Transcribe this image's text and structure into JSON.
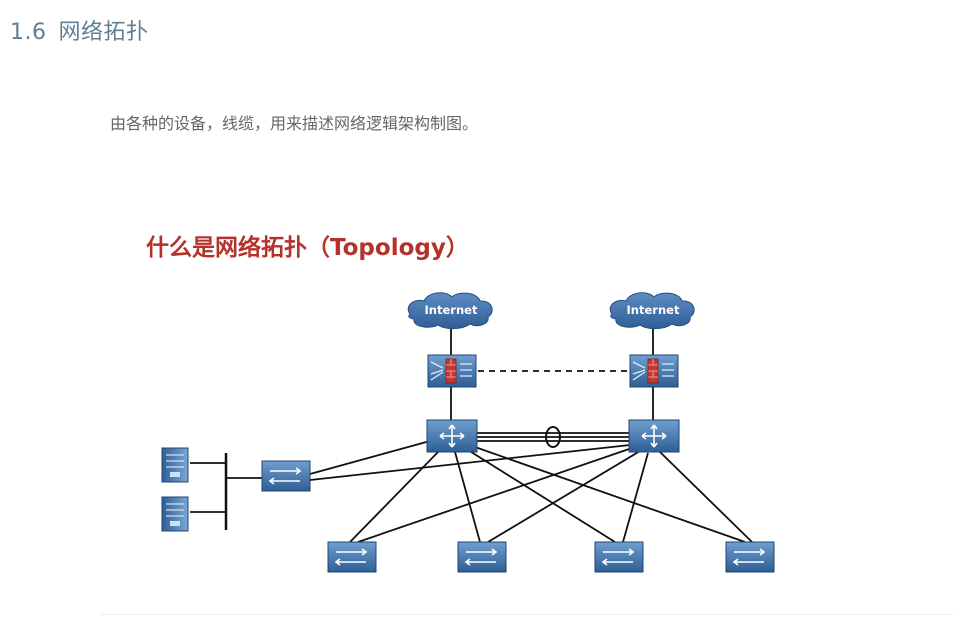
{
  "section": {
    "number": "1.6",
    "title": "网络拓扑"
  },
  "description": "由各种的设备，线缆，用来描述网络逻辑架构制图。",
  "diagram": {
    "title": "什么是网络拓扑（Topology）",
    "clouds": [
      {
        "id": "internet-left",
        "label": "Internet"
      },
      {
        "id": "internet-right",
        "label": "Internet"
      }
    ],
    "colors": {
      "title_red": "#b5322a",
      "cloud_fill": "#3d6fa8",
      "device_fill": "#3b6fa3",
      "link": "#111111"
    }
  }
}
